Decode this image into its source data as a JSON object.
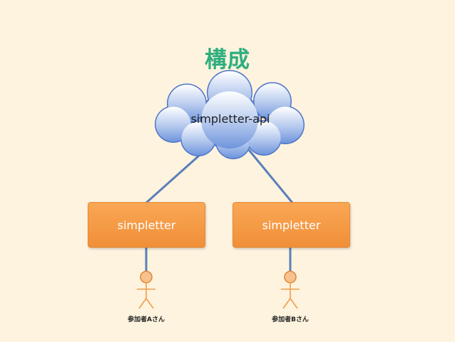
{
  "title": "構成",
  "cloud": {
    "label": "simpletter-api",
    "fill_top": "#ffffff",
    "fill_bottom": "#6f95dc",
    "outline": "#4f75c9"
  },
  "servers": [
    {
      "label": "simpletter"
    },
    {
      "label": "simpletter"
    }
  ],
  "users": [
    {
      "label": "参加者Aさん"
    },
    {
      "label": "参加者Bさん"
    }
  ],
  "colors": {
    "background": "#fdf3de",
    "title": "#2fae7e",
    "server": "#f4973f",
    "connector": "#5b7fb8",
    "person": "#f39c4a"
  }
}
